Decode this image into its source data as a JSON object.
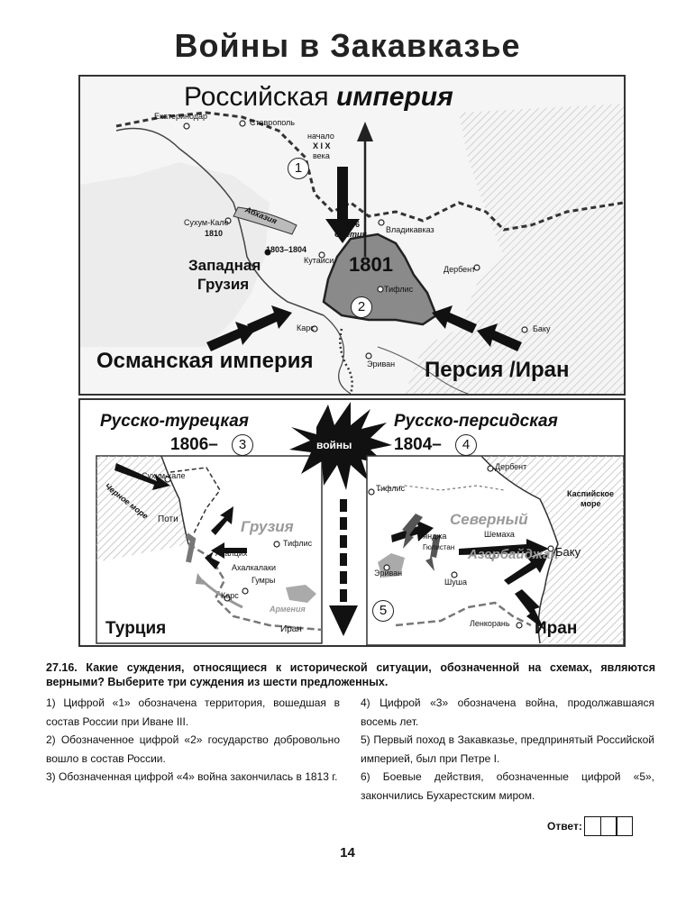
{
  "page": {
    "title": "Войны в Закавказье",
    "page_number": "14"
  },
  "top_map": {
    "empire_prefix": "Российская",
    "empire_suffix": "империя",
    "ottoman": "Османская империя",
    "persia": "Персия /Иран",
    "west_georgia_1": "Западная",
    "west_georgia_2": "Грузия",
    "abkhazia": "Абхазия",
    "ossetia": "Осетия",
    "year_1801": "1801",
    "year_1806": "1806",
    "year_1810": "1810",
    "year_1803": "1803–1804",
    "century_1": "начало",
    "century_2": "X I X",
    "century_3": "века",
    "cities": {
      "ekaterinodar": "Екатеринодар",
      "stavropol": "Ставрополь",
      "sukhum": "Сухум-Кале",
      "vladikavkaz": "Владикавказ",
      "kutaisi": "Кутаиси",
      "tiflis": "Тифлис",
      "derbent": "Дербент",
      "baku": "Баку",
      "kars": "Карс",
      "erivan": "Эриван"
    },
    "num_1": "1",
    "num_2": "2"
  },
  "bottom_map": {
    "wars": "войны",
    "rus_tur": "Русско-турецкая",
    "rus_tur_year": "1806–",
    "num_3": "3",
    "rus_per": "Русско-персидская",
    "rus_per_year": "1804–",
    "num_4": "4",
    "num_5": "5",
    "turkey": "Турция",
    "iran_left": "Иран",
    "iran_right": "Иран",
    "georgia": "Грузия",
    "armenia": "Армения",
    "black_sea": "Черное море",
    "caspian_1": "Каспийское",
    "caspian_2": "море",
    "north": "Северный",
    "azerbaijan": "Азербайджан",
    "cities_left": {
      "sukhum": "Сухум-кале",
      "poti": "Поти",
      "akhaltsikh": "Ахалцих",
      "tiflis": "Тифлис",
      "akhalkalaki": "Ахалкалаки",
      "gumry": "Гумры",
      "kars": "Карс"
    },
    "cities_right": {
      "derbent": "Дербент",
      "tiflis": "Тифлис",
      "gyanja": "Гянджа",
      "gulistan": "Гюлистан",
      "shemakha": "Шемаха",
      "baku": "Баку",
      "erivan": "Эриван",
      "shusha": "Шуша",
      "lenkoran": "Ленкорань"
    }
  },
  "question": {
    "text": "27.16. Какие суждения, относящиеся к исторической ситуации, обозначенной на схемах, являются верными? Выберите три суждения из шести предложенных.",
    "options": [
      "1) Цифрой «1» обозначена территория, вошедшая в состав России при Иване III.",
      "2) Обозначенное цифрой «2» государство добровольно вошло в состав России.",
      "3) Обозначенная цифрой «4» война закончилась в 1813 г.",
      "4) Цифрой «3» обозначена война, продолжавшаяся восемь лет.",
      "5) Первый поход в Закавказье, предпринятый Российской империей, был при Петре I.",
      "6) Боевые действия, обозначенные цифрой «5», закончились Бухарестским миром."
    ],
    "answer_label": "Ответ:"
  },
  "colors": {
    "georgia_fill": "#8a8a8a",
    "border_dash": "#333333",
    "arrow": "#111111"
  }
}
